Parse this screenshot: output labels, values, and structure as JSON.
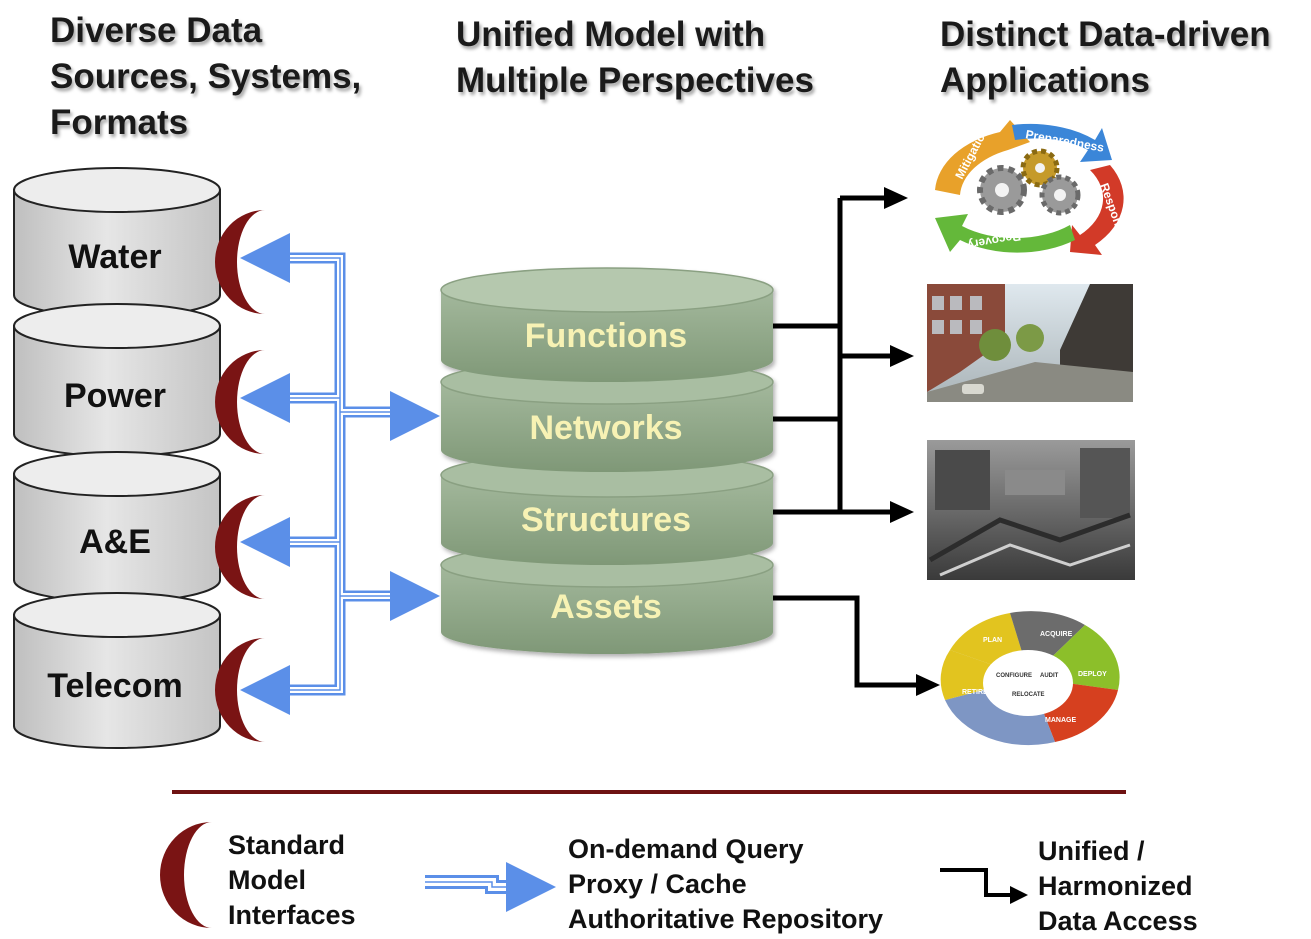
{
  "headings": {
    "sources": [
      "Diverse Data",
      "Sources, Systems,",
      "Formats"
    ],
    "model": [
      "Unified Model with",
      "Multiple Perspectives"
    ],
    "applications": [
      "Distinct Data-driven",
      "Applications"
    ]
  },
  "sources": [
    "Water",
    "Power",
    "A&E",
    "Telecom"
  ],
  "model_layers": [
    "Functions",
    "Networks",
    "Structures",
    "Assets"
  ],
  "applications": [
    {
      "name": "emergency-management-cycle",
      "labels": [
        "Preparedness",
        "Response",
        "Recovery",
        "Mitigation"
      ]
    },
    {
      "name": "street-scene-photo",
      "labels": []
    },
    {
      "name": "construction-site-photo",
      "labels": []
    },
    {
      "name": "lifecycle-cycle",
      "labels": [
        "PLAN",
        "ACQUIRE",
        "DEPLOY",
        "MANAGE",
        "RETIRE",
        "CONFIGURE",
        "AUDIT",
        "RELOCATE"
      ]
    }
  ],
  "legend": {
    "interfaces": [
      "Standard",
      "Model",
      "Interfaces"
    ],
    "query": [
      "On-demand Query",
      "Proxy / Cache",
      "Authoritative Repository"
    ],
    "access": [
      "Unified /",
      "Harmonized",
      "Data Access"
    ]
  },
  "colors": {
    "cylinder_gray": "#d9d9d9",
    "cylinder_green": "#94ac8c",
    "interface_red": "#7a1414",
    "arrow_blue": "#5b8fe8",
    "layer_text": "#f7f2b4",
    "divider": "#6e1212"
  }
}
